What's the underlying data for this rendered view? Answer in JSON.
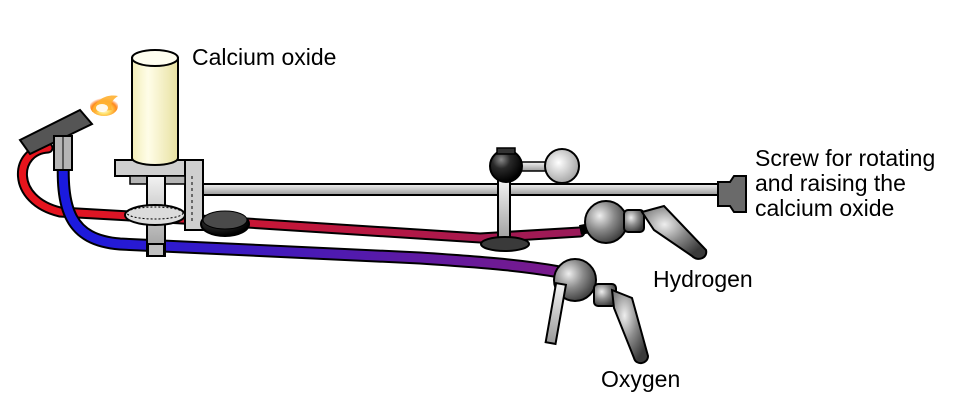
{
  "labels": {
    "calcium_oxide": "Calcium oxide",
    "screw_lines": [
      "Screw for rotating",
      "and raising the",
      "calcium oxide"
    ],
    "hydrogen": "Hydrogen",
    "oxygen": "Oxygen"
  },
  "colors": {
    "hydrogen_tube": "#e8141c",
    "oxygen_tube": "#1a1adf",
    "mix_tube": "#6a1a9a",
    "metal": "#d9d9d9",
    "dark_metal": "#6b6b6b",
    "cylinder": "#fffbd6",
    "flame": "#ff9a1a"
  },
  "icons": [
    "flame-icon",
    "burner-nozzle-icon",
    "valve-knob-icon"
  ]
}
